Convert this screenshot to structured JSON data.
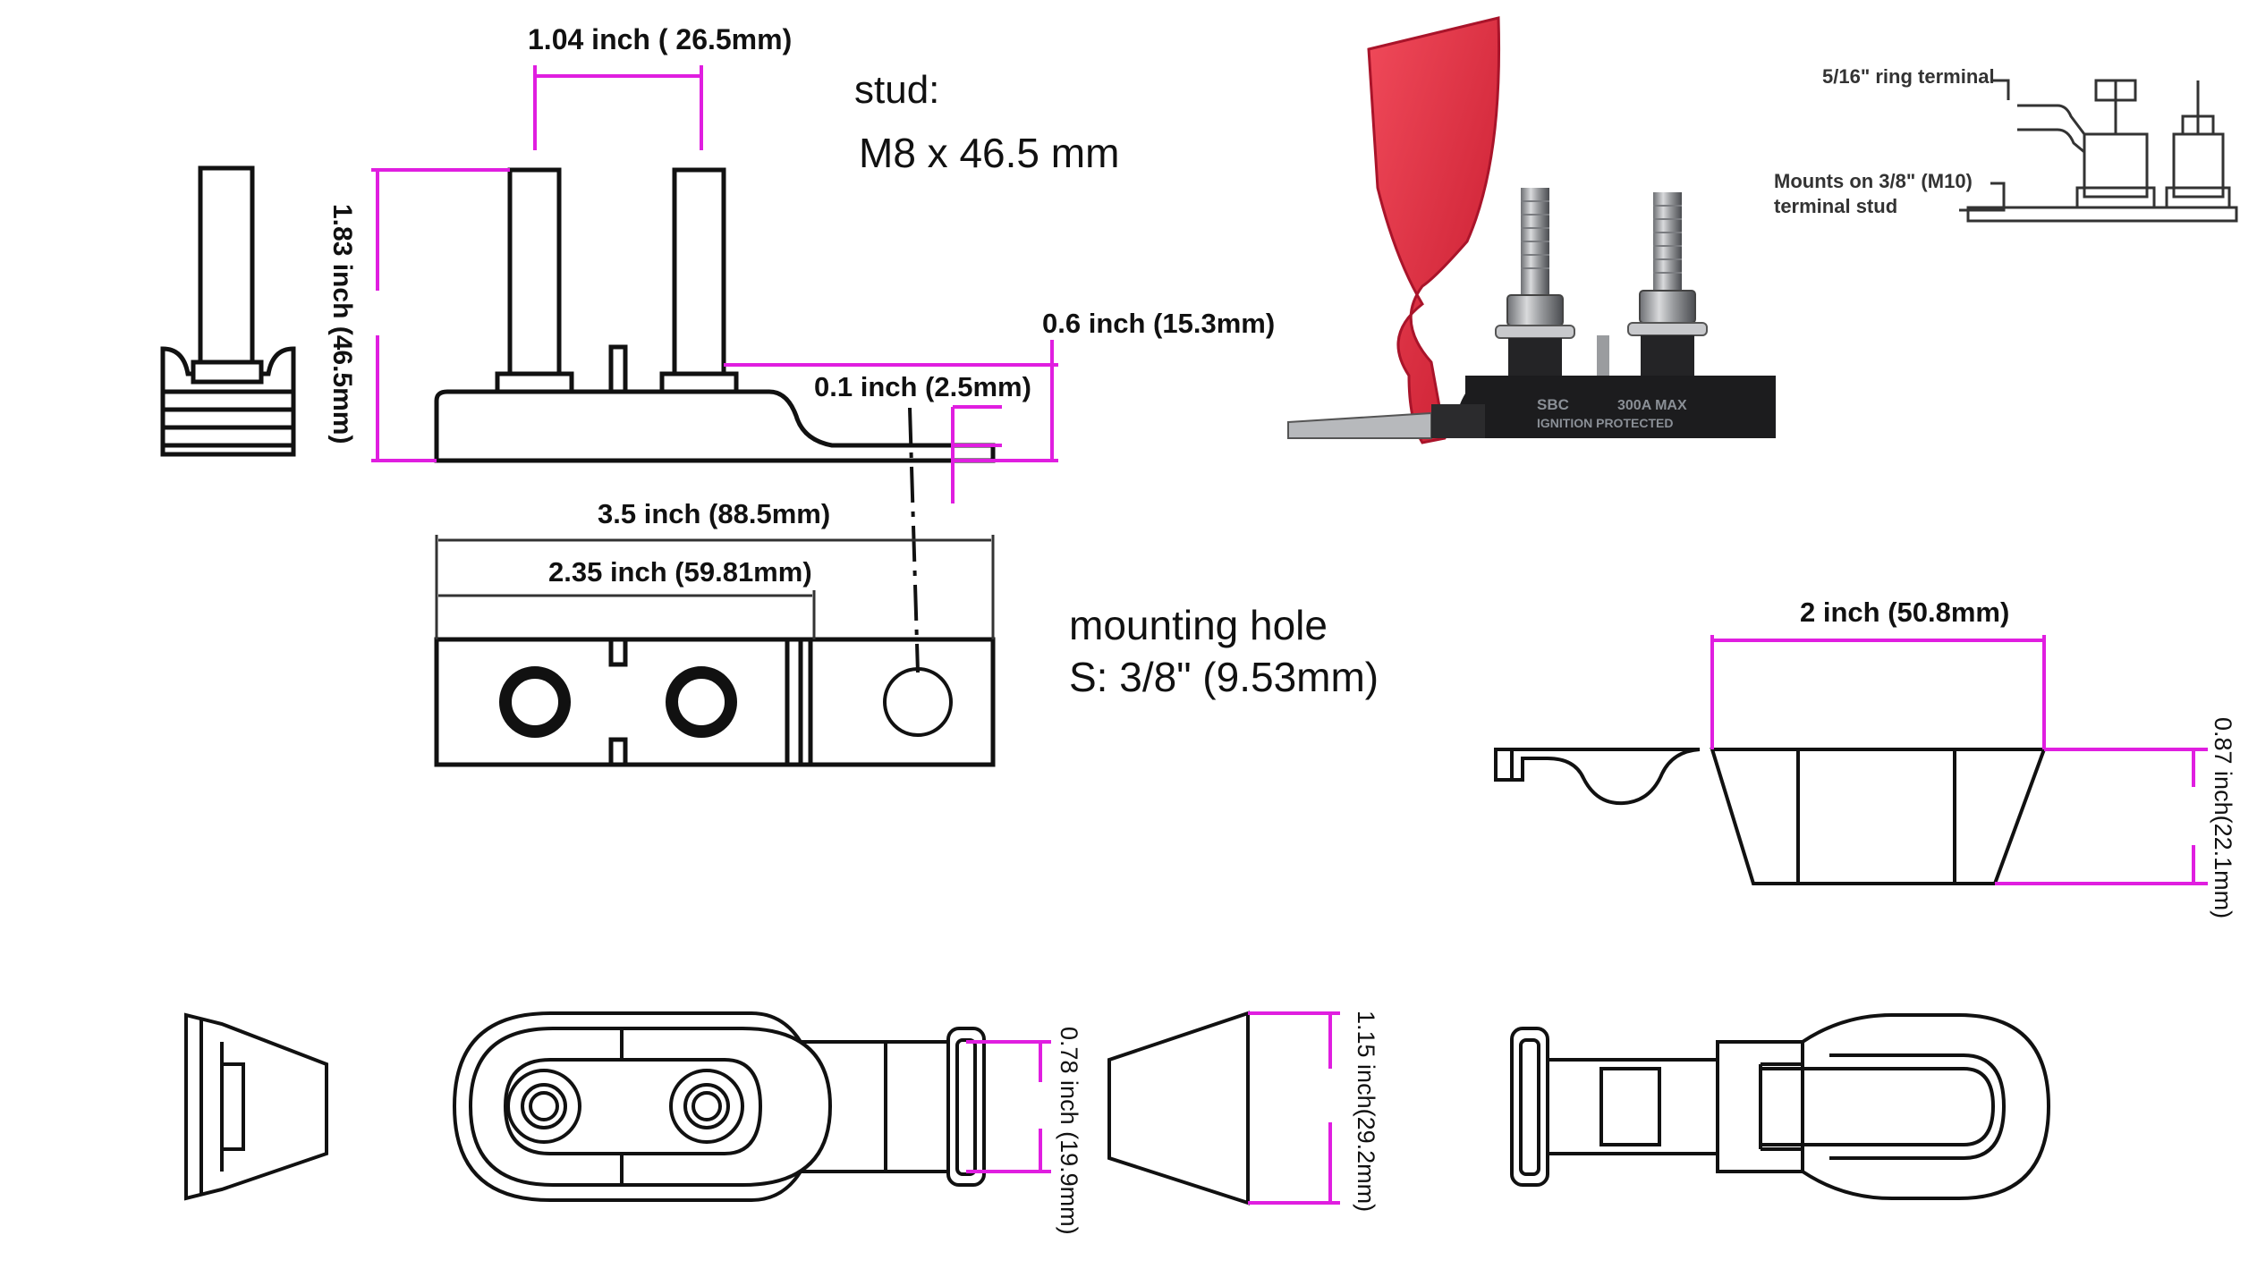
{
  "dimensions": {
    "stud_spacing": "1.04 inch ( 26.5mm)",
    "stud_height": "1.83 inch (46.5mm)",
    "tab_height": "0.6 inch (15.3mm)",
    "tab_thickness": "0.1 inch (2.5mm)",
    "total_length": "3.5 inch (88.5mm)",
    "base_length": "2.35 inch (59.81mm)",
    "cover_width": "2 inch (50.8mm)",
    "cover_height": "0.87 inch(22.1mm)",
    "cover_tab_width": "0.78 inch (19.9mm)",
    "cover_end_height": "1.15 inch(29.2mm)"
  },
  "stud": {
    "label": "stud:",
    "spec": "M8 x 46.5 mm"
  },
  "mounting_hole": {
    "label": "mounting hole",
    "spec": "S: 3/8\" (9.53mm)"
  },
  "inset": {
    "ring_terminal": "5/16\" ring terminal",
    "mount_line1": "Mounts on 3/8\" (M10)",
    "mount_line2": "terminal stud"
  },
  "photo": {
    "brand": "SBC",
    "rating": "300A MAX",
    "protection": "IGNITION PROTECTED"
  },
  "colors": {
    "dimension_lines": "#e01ee0",
    "cover": "#e8273d",
    "outline": "#111111"
  }
}
